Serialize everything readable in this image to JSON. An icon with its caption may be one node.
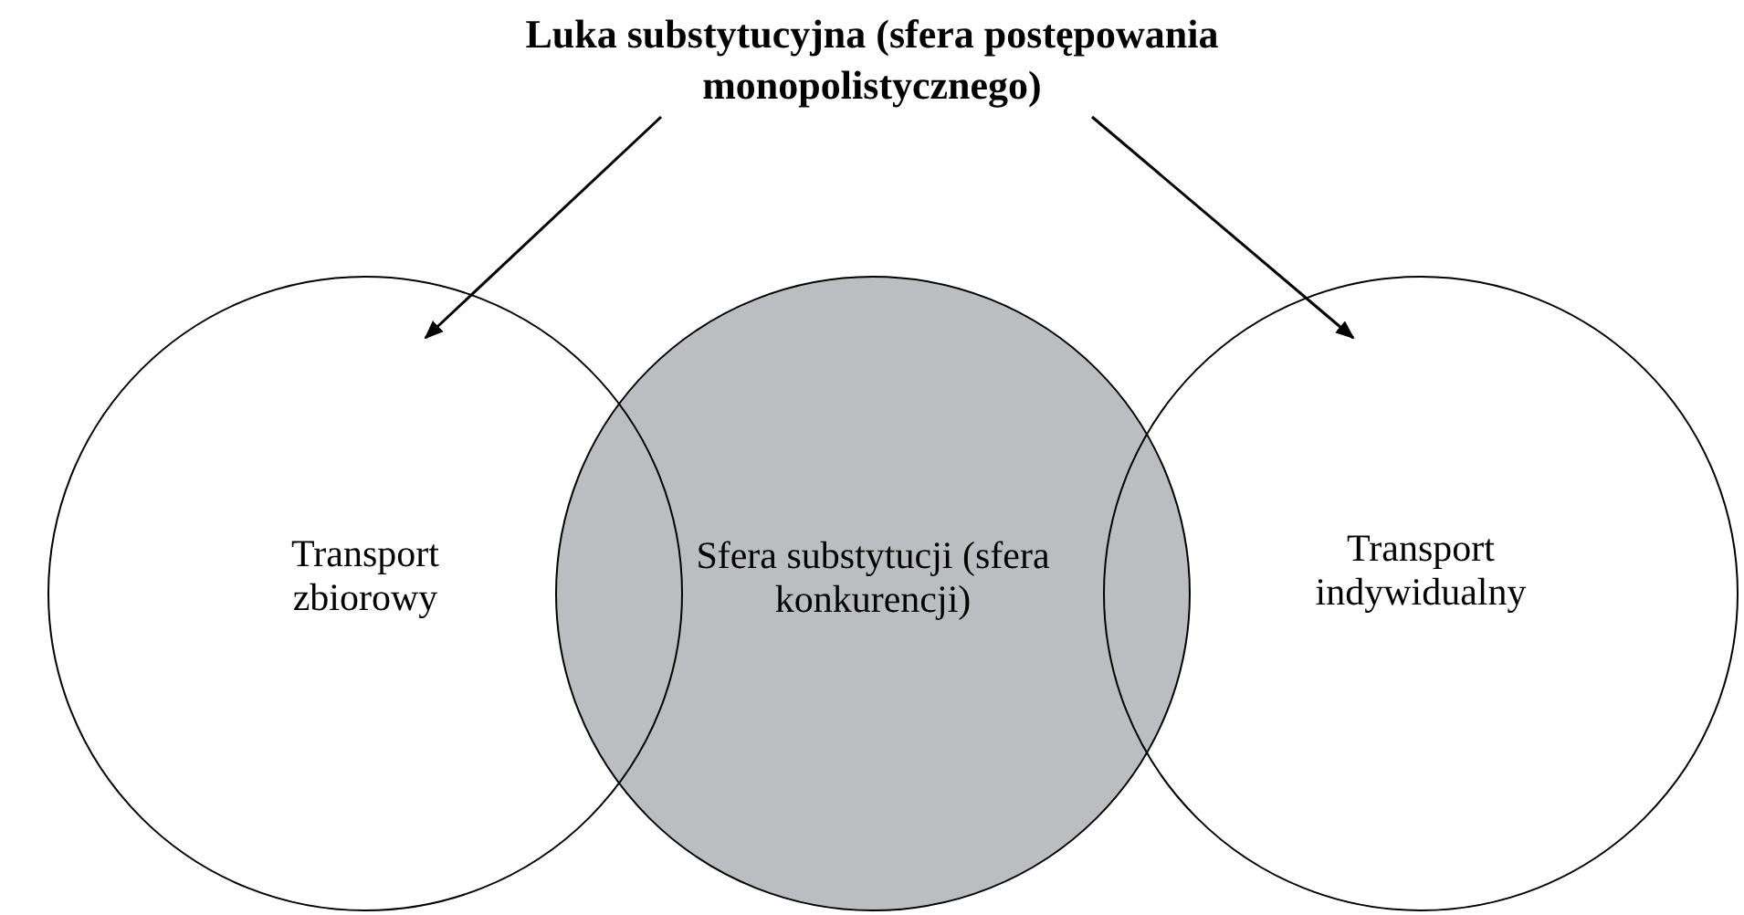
{
  "diagram": {
    "nodes": [
      {
        "text": [
          "Luka substytucyjna (sfera postępowania monopolistycznego)"
        ]
      },
      {
        "text": [
          "Transport zbiorowy"
        ]
      },
      {
        "text": [
          "Sfera substytucji (sfera konkurencji)"
        ]
      },
      {
        "text": [
          "Transport indywidualny"
        ]
      }
    ],
    "edges": [
      {
        "from": 0,
        "to": 1,
        "arrow": "to"
      },
      {
        "from": 0,
        "to": 3,
        "arrow": "to"
      }
    ]
  }
}
